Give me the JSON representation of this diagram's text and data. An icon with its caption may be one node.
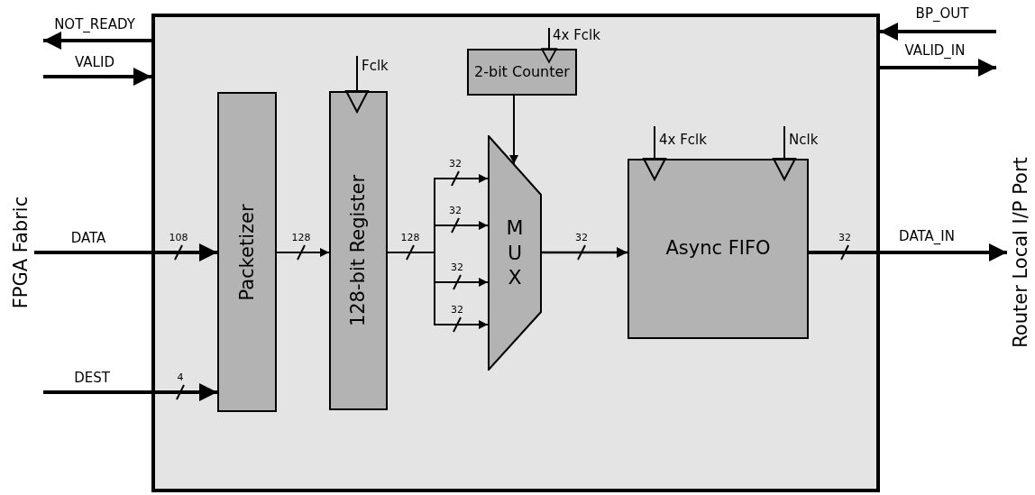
{
  "diagram": {
    "nodes": [
      {
        "text": [],
        "shape": "box"
      },
      {
        "text": [
          "Packetizer"
        ],
        "in": 0
      },
      {
        "text": [
          "128-bit Register"
        ],
        "in": 0
      },
      {
        "text": [
          "2-bit Counter"
        ],
        "in": 0
      },
      {
        "text": [
          "MUX"
        ],
        "in": 0
      },
      {
        "text": [
          "Async FIFO"
        ],
        "in": 0
      },
      {
        "text": [
          "FPGA Fabric"
        ]
      },
      {
        "text": [
          "Router Local I/P Port"
        ]
      }
    ],
    "edges": [
      {
        "from": 0,
        "to": null,
        "arrow": "to",
        "label": "NOT_READY",
        "style": "thick"
      },
      {
        "from": null,
        "to": 0,
        "arrow": "to",
        "label": "VALID",
        "style": "thick"
      },
      {
        "from": 6,
        "to": 1,
        "arrow": "to",
        "label": "DATA",
        "style": "thick"
      },
      {
        "from": null,
        "to": 1,
        "arrow": "to",
        "label": "DEST",
        "style": "thick"
      },
      {
        "from": 1,
        "to": 2,
        "arrow": "to"
      },
      {
        "from": 2,
        "to": 4,
        "arrow": "to"
      },
      {
        "from": 2,
        "to": 4,
        "arrow": "to"
      },
      {
        "from": 2,
        "to": 4,
        "arrow": "to"
      },
      {
        "from": 2,
        "to": 4,
        "arrow": "to"
      },
      {
        "from": null,
        "to": 2,
        "arrow": "to",
        "label": "Fclk"
      },
      {
        "from": null,
        "to": 3,
        "arrow": "to",
        "label": "4x Fclk"
      },
      {
        "from": 3,
        "to": 4,
        "arrow": "to"
      },
      {
        "from": 4,
        "to": 5,
        "arrow": "to"
      },
      {
        "from": null,
        "to": 5,
        "arrow": "to",
        "label": "4x Fclk"
      },
      {
        "from": null,
        "to": 5,
        "arrow": "to",
        "label": "Nclk"
      },
      {
        "from": null,
        "to": 0,
        "arrow": "to",
        "label": "BP_OUT",
        "style": "thick"
      },
      {
        "from": 0,
        "to": null,
        "arrow": "to",
        "label": "VALID_IN",
        "style": "thick"
      },
      {
        "from": 5,
        "to": 7,
        "arrow": "to",
        "label": "DATA_IN",
        "style": "thick"
      }
    ],
    "labels": [
      "108",
      "4",
      "128",
      "128",
      "32",
      "32",
      "32",
      "32",
      "32",
      "32"
    ]
  }
}
